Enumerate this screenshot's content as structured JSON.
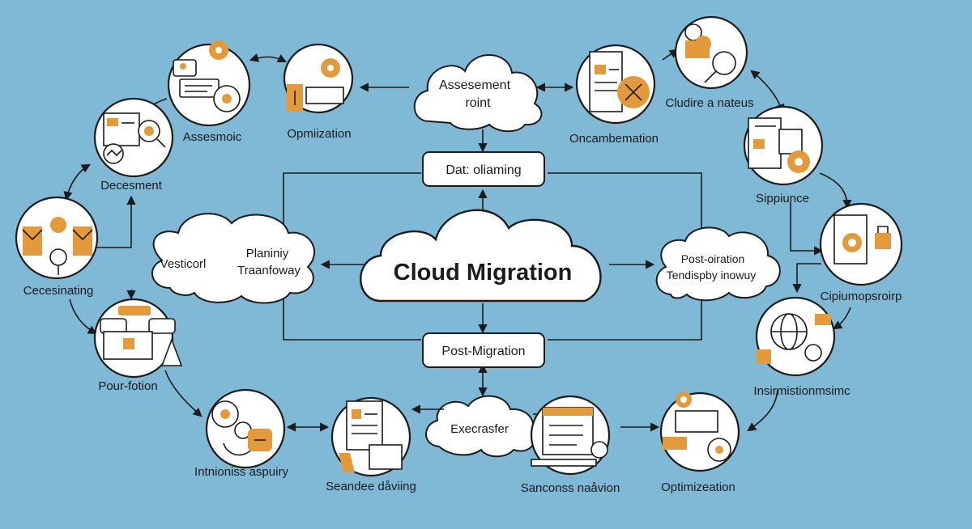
{
  "center": {
    "title": "Cloud Migration"
  },
  "boxes": {
    "top": "Dat: oliaming",
    "bottom": "Post-Migration"
  },
  "clouds": {
    "assessment": {
      "line1": "Assesement",
      "line2": "roint"
    },
    "left": {
      "line1": "Vesticorl",
      "line2": "Planiniy",
      "line3": "Traanfoway"
    },
    "right": {
      "line1": "Post-oiration",
      "line2": "Tendispby inowuy"
    },
    "bottom": {
      "line1": "Execrasfer"
    }
  },
  "nodes": {
    "assesmoic": "Assesmoic",
    "optimization_top": "Opmiization",
    "oncambemation": "Oncambemation",
    "cludire": "Cludire a nateus",
    "decesment": "Decesment",
    "sippiunce": "Sippiunce",
    "cecesinating": "Cecesinating",
    "cipiumopsroirp": "Cipiumopsroirp",
    "pourfotion": "Pour-fotion",
    "insirmistions": "Insirmistionmsimc",
    "intnioniss": "Intnioniss aspuiry",
    "seandee": "Seandee dåviing",
    "sanconss": "Sanconss naåvion",
    "optimization_bottom": "Optimizeation"
  },
  "colors": {
    "background": "#7fb9d6",
    "accent": "#e39a3b",
    "ink": "#1b1b1b",
    "panel": "#ffffff"
  }
}
